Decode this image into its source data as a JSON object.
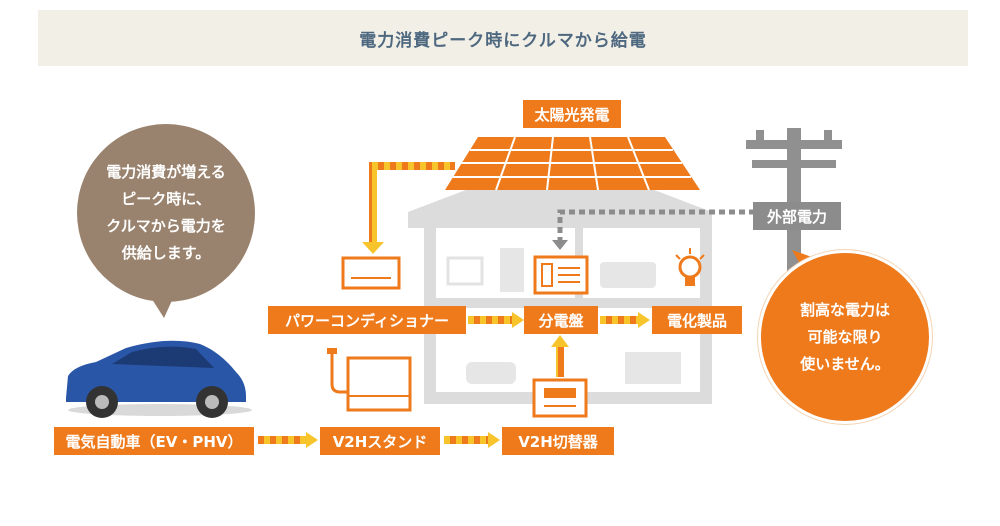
{
  "header": {
    "title": "電力消費ピーク時にクルマから給電"
  },
  "labels": {
    "solar": "太陽光発電",
    "grid": "外部電力",
    "power_conditioner": "パワーコンディショナー",
    "distribution_board": "分電盤",
    "appliances": "電化製品",
    "ev": "電気自動車（EV・PHV）",
    "v2h_stand": "V2Hスタンド",
    "v2h_switch": "V2H切替器"
  },
  "bubbles": {
    "peak": "電力消費が増える\nピーク時に、\nクルマから電力を\n供給します。",
    "expensive": "割高な電力は\n可能な限り\n使いません。"
  },
  "colors": {
    "orange": "#ee7a1c",
    "yellow": "#f7c52b",
    "house_gray": "#dddddd",
    "grid_gray": "#8c8c8c",
    "brown": "#9a836e",
    "car_blue": "#2a56a8",
    "header_bg": "#f2efe6",
    "header_text": "#4e6880"
  },
  "icons": [
    "solar-panel-icon",
    "utility-pole-icon",
    "inverter-icon",
    "distribution-board-icon",
    "light-bulb-icon",
    "ev-car-icon",
    "v2h-stand-icon",
    "v2h-switch-icon",
    "house-icon"
  ]
}
